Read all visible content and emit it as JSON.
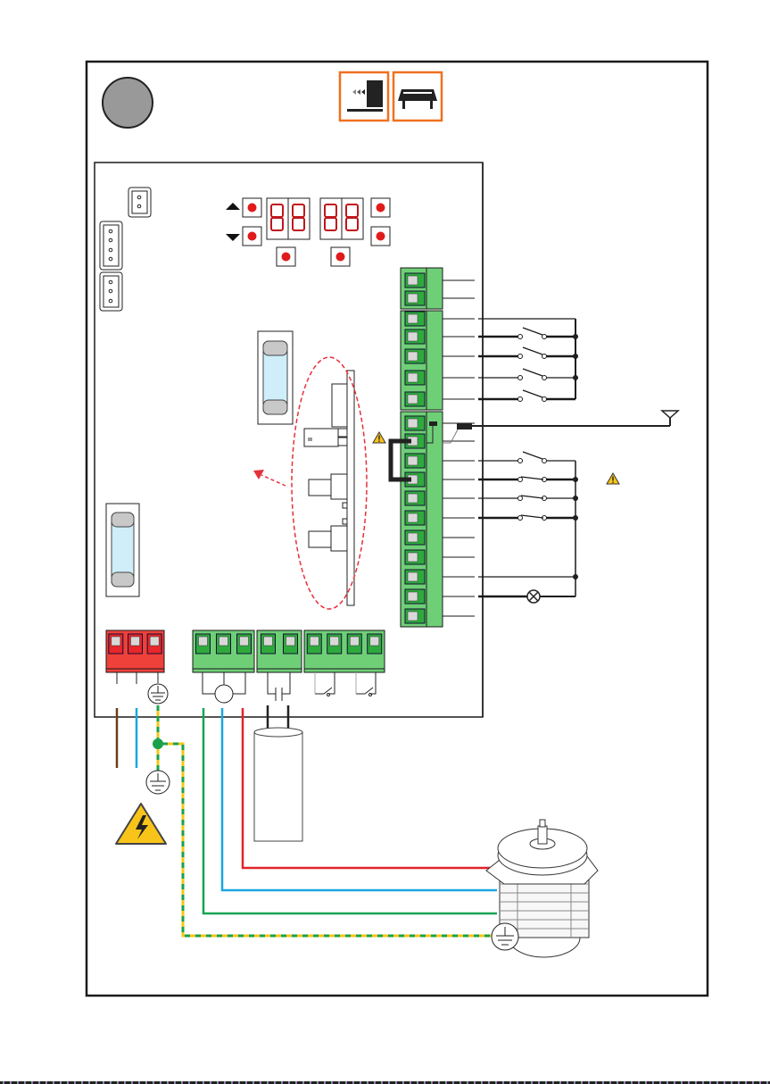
{
  "diagram": {
    "title": "",
    "step_badge": {
      "color": "#999999",
      "label": ""
    },
    "mode_icons": [
      {
        "name": "sliding-gate-icon",
        "border_color": "#f07020"
      },
      {
        "name": "barrier-bed-icon",
        "border_color": "#f07020"
      }
    ],
    "control_board": {
      "displays": [
        {
          "digits": "88"
        },
        {
          "digits": "88"
        }
      ],
      "buttons": [
        "up",
        "down",
        "b1",
        "b2",
        "b3",
        "b4"
      ],
      "connectors": [
        {
          "pins": 2
        },
        {
          "pins": 4
        },
        {
          "pins": 3
        }
      ],
      "fuses": 2
    },
    "terminal_blocks": {
      "right_column": [
        {
          "group": "A",
          "terminals": 2
        },
        {
          "group": "B",
          "terminals": 5
        },
        {
          "group": "C",
          "terminals": 11
        }
      ],
      "bottom_row": [
        {
          "group": "power",
          "terminals": 3,
          "color": "#e8262b"
        },
        {
          "group": "motor",
          "terminals": 3,
          "color": "#2eaa3d"
        },
        {
          "group": "capacitor",
          "terminals": 2,
          "color": "#2eaa3d"
        },
        {
          "group": "limit",
          "terminals": 4,
          "color": "#2eaa3d"
        }
      ]
    },
    "wire_colors": {
      "brown": "#6b3d1e",
      "blue": "#1aa7e0",
      "earth_yellow": "#f5c518",
      "earth_green": "#1aa14a",
      "green": "#13a455",
      "red": "#e0242b",
      "black": "#1a1a1a"
    },
    "symbols": {
      "warning_color": "#f8c41a",
      "highlight_ellipse_color": "#e6303a",
      "fuse_glass_color": "#cfeefa",
      "fuse_cap_color": "#c8c8c8",
      "led_color": "#e01b1b"
    }
  }
}
